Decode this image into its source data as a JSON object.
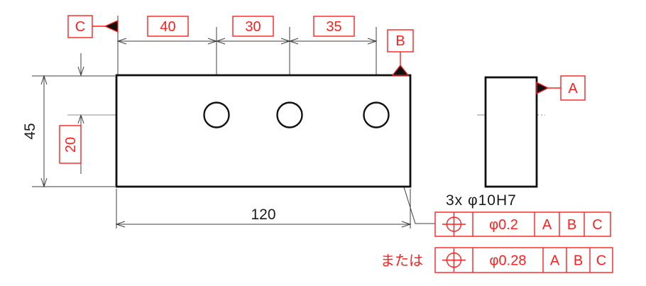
{
  "dims": {
    "top": [
      "40",
      "30",
      "35"
    ],
    "height": "45",
    "hole_offset": "20",
    "width": "120"
  },
  "datum_labels": {
    "a": "A",
    "b": "B",
    "c": "C"
  },
  "notes": {
    "hole_callout": "3x φ10H7",
    "or_text": "または"
  },
  "fcf": [
    {
      "symbol": "position",
      "tolerance": "φ0.2",
      "refs": [
        "A",
        "B",
        "C"
      ]
    },
    {
      "symbol": "position",
      "tolerance": "φ0.28",
      "refs": [
        "A",
        "B",
        "C"
      ]
    }
  ],
  "colors": {
    "annotation": "#ff1f1f",
    "outline": "#111111",
    "dim_line": "#3f3f3f",
    "centerline": "#8f8f8f"
  }
}
